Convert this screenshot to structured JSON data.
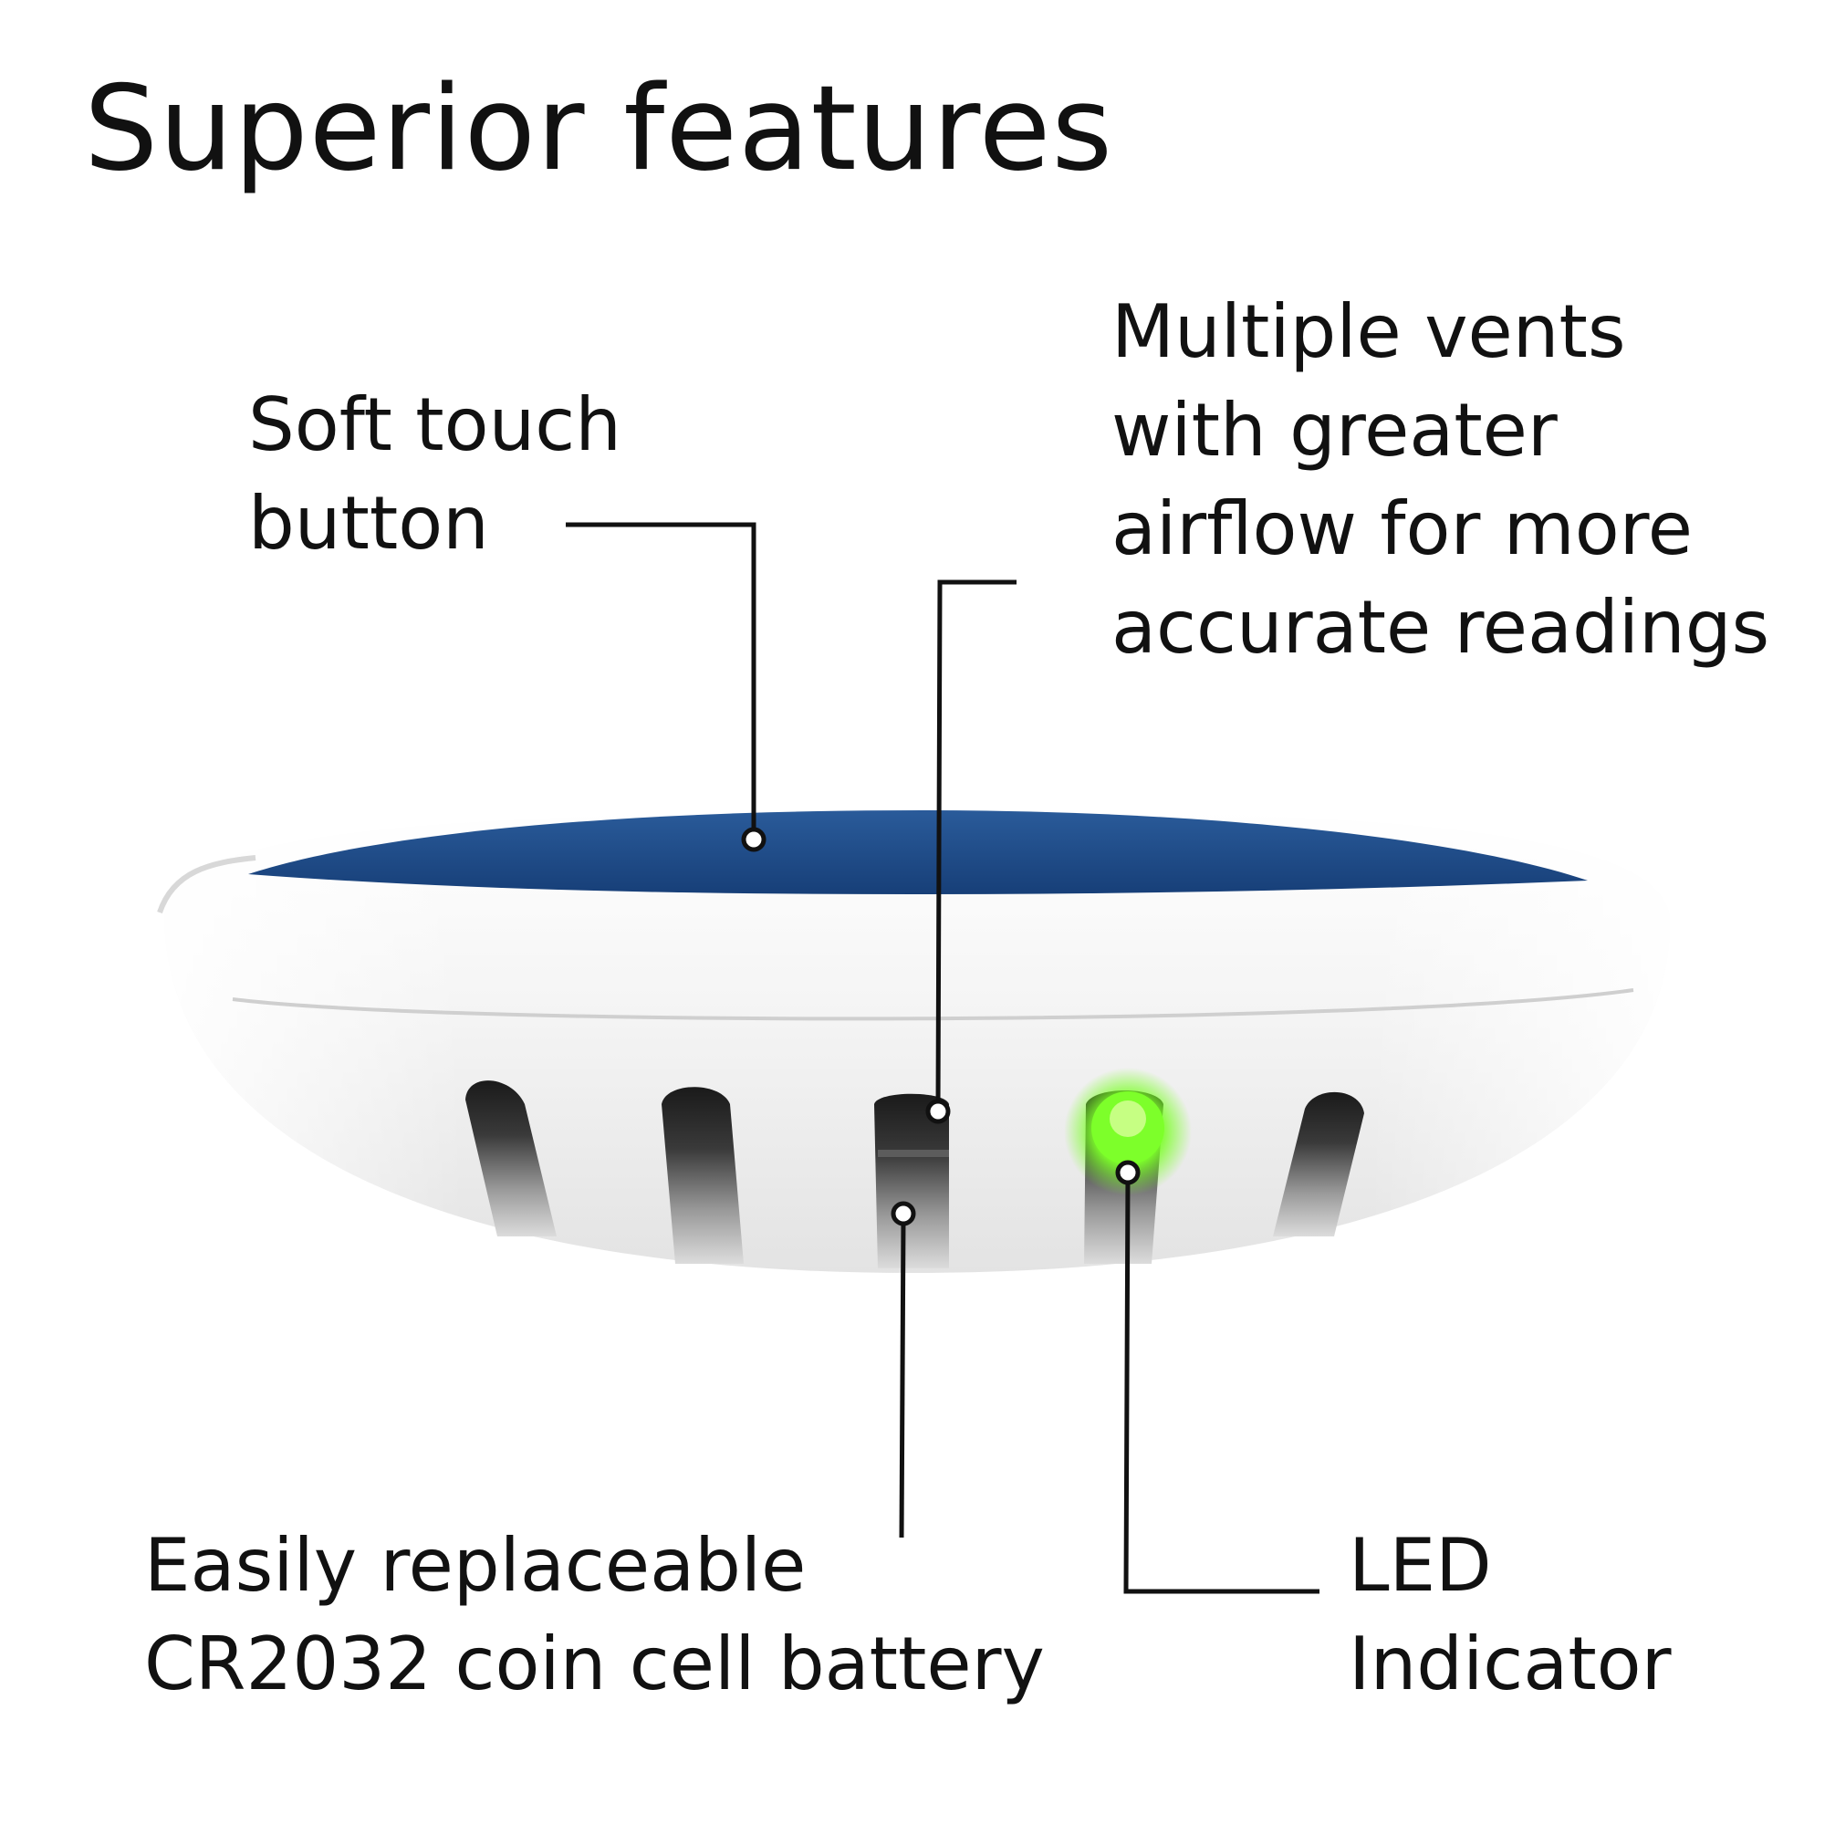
{
  "title": "Superior features",
  "callouts": {
    "button": {
      "lines": [
        "Soft touch",
        "button"
      ]
    },
    "vents": {
      "lines": [
        "Multiple vents",
        "with greater",
        "airflow for more",
        "accurate readings"
      ]
    },
    "battery": {
      "lines": [
        "Easily replaceable",
        "CR2032 coin cell battery"
      ]
    },
    "led": {
      "lines": [
        "LED",
        "Indicator"
      ]
    }
  },
  "colors": {
    "text": "#111111",
    "button_blue": "#1f4e8c",
    "body_white": "#f2f2f2",
    "led_green": "#7dff2a"
  }
}
